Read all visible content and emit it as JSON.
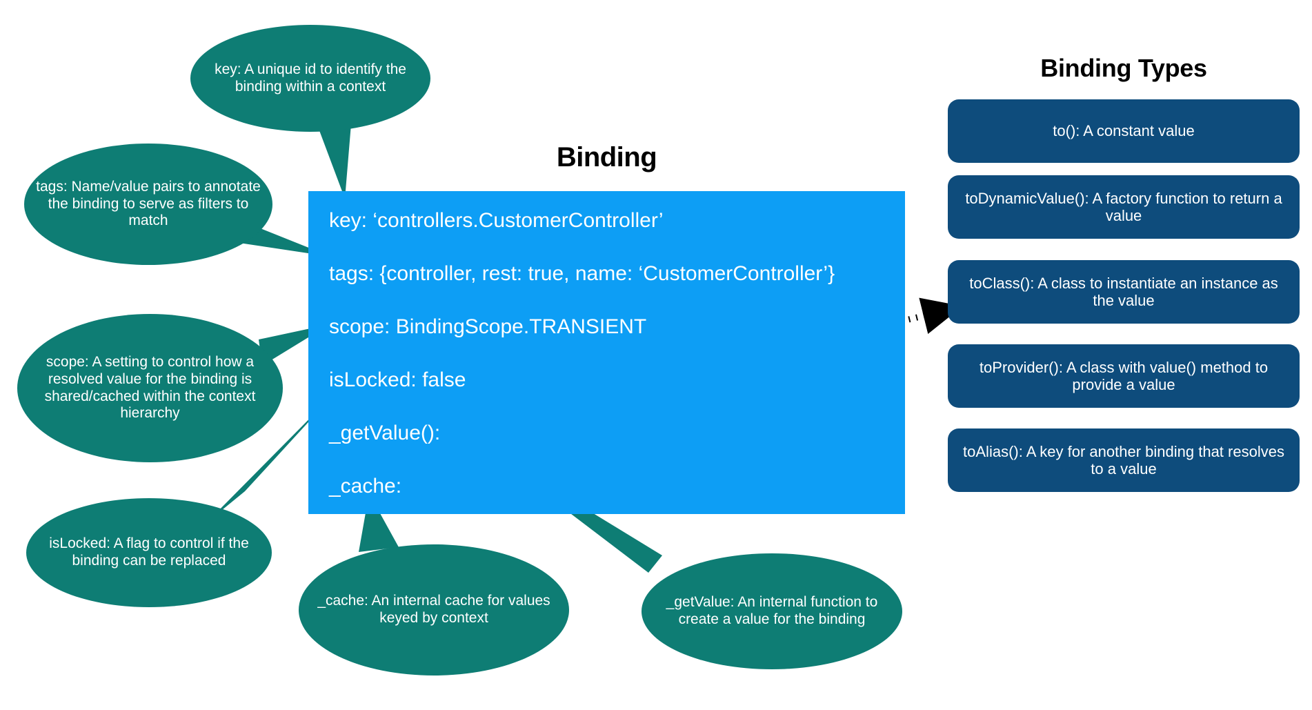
{
  "diagram": {
    "title": "Binding",
    "background_color": "#ffffff"
  },
  "colors": {
    "card_blue": "#0d9ef5",
    "bubble_teal": "#0e7d74",
    "pill_navy": "#0e4c7c",
    "text_dark": "#000000",
    "text_light": "#ffffff"
  },
  "binding_card": {
    "title": "Binding",
    "rows": [
      {
        "label": "key: ‘controllers.CustomerController’"
      },
      {
        "label": "tags: {controller, rest: true, name: ‘CustomerController’}"
      },
      {
        "label": "scope: BindingScope.TRANSIENT"
      },
      {
        "label": "isLocked: false"
      },
      {
        "label": "_getValue():"
      },
      {
        "label": "_cache:"
      }
    ]
  },
  "binding_types": {
    "title": "Binding Types",
    "items": [
      {
        "label": "to(): A constant value"
      },
      {
        "label": "toDynamicValue(): A factory function to return a value"
      },
      {
        "label": "toClass(): A class to instantiate an instance as the value"
      },
      {
        "label": "toProvider(): A class with value() method to provide a value"
      },
      {
        "label": "toAlias(): A key for another binding that resolves to a value"
      }
    ]
  },
  "callouts": [
    {
      "id": "key",
      "label": "key: A unique id to identify the binding within a context"
    },
    {
      "id": "tags",
      "label": "tags: Name/value pairs to annotate the binding to serve as filters to match"
    },
    {
      "id": "scope",
      "label": "scope: A setting to control how a resolved value for the binding is shared/cached within the context hierarchy"
    },
    {
      "id": "isLocked",
      "label": "isLocked: A flag to control if the binding can be replaced"
    },
    {
      "id": "cache",
      "label": "_cache: An internal cache for values keyed by context"
    },
    {
      "id": "getValue",
      "label": "_getValue: An internal function to create a value for the binding"
    }
  ],
  "connectors": {
    "getvalue_to_toclass": "dotted-arrow"
  }
}
